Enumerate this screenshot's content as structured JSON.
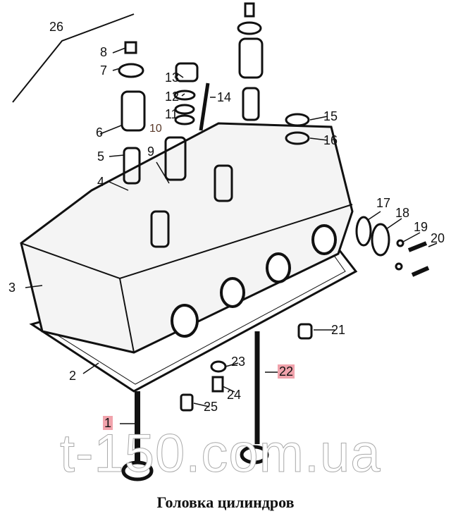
{
  "diagram": {
    "caption": "Головка цилиндров",
    "watermark": "t-150.com.ua",
    "highlight_color": "#f1a3ac",
    "callouts": {
      "c1": "1",
      "c2": "2",
      "c3": "3",
      "c4": "4",
      "c5": "5",
      "c6": "6",
      "c7": "7",
      "c8": "8",
      "c9": "9",
      "c10": "10",
      "c11": "11",
      "c12": "12",
      "c13": "13",
      "c14": "14",
      "c15": "15",
      "c16": "16",
      "c17": "17",
      "c18": "18",
      "c19": "19",
      "c20": "20",
      "c21": "21",
      "c22": "22",
      "c23": "23",
      "c24": "24",
      "c25": "25",
      "c26": "26"
    }
  }
}
